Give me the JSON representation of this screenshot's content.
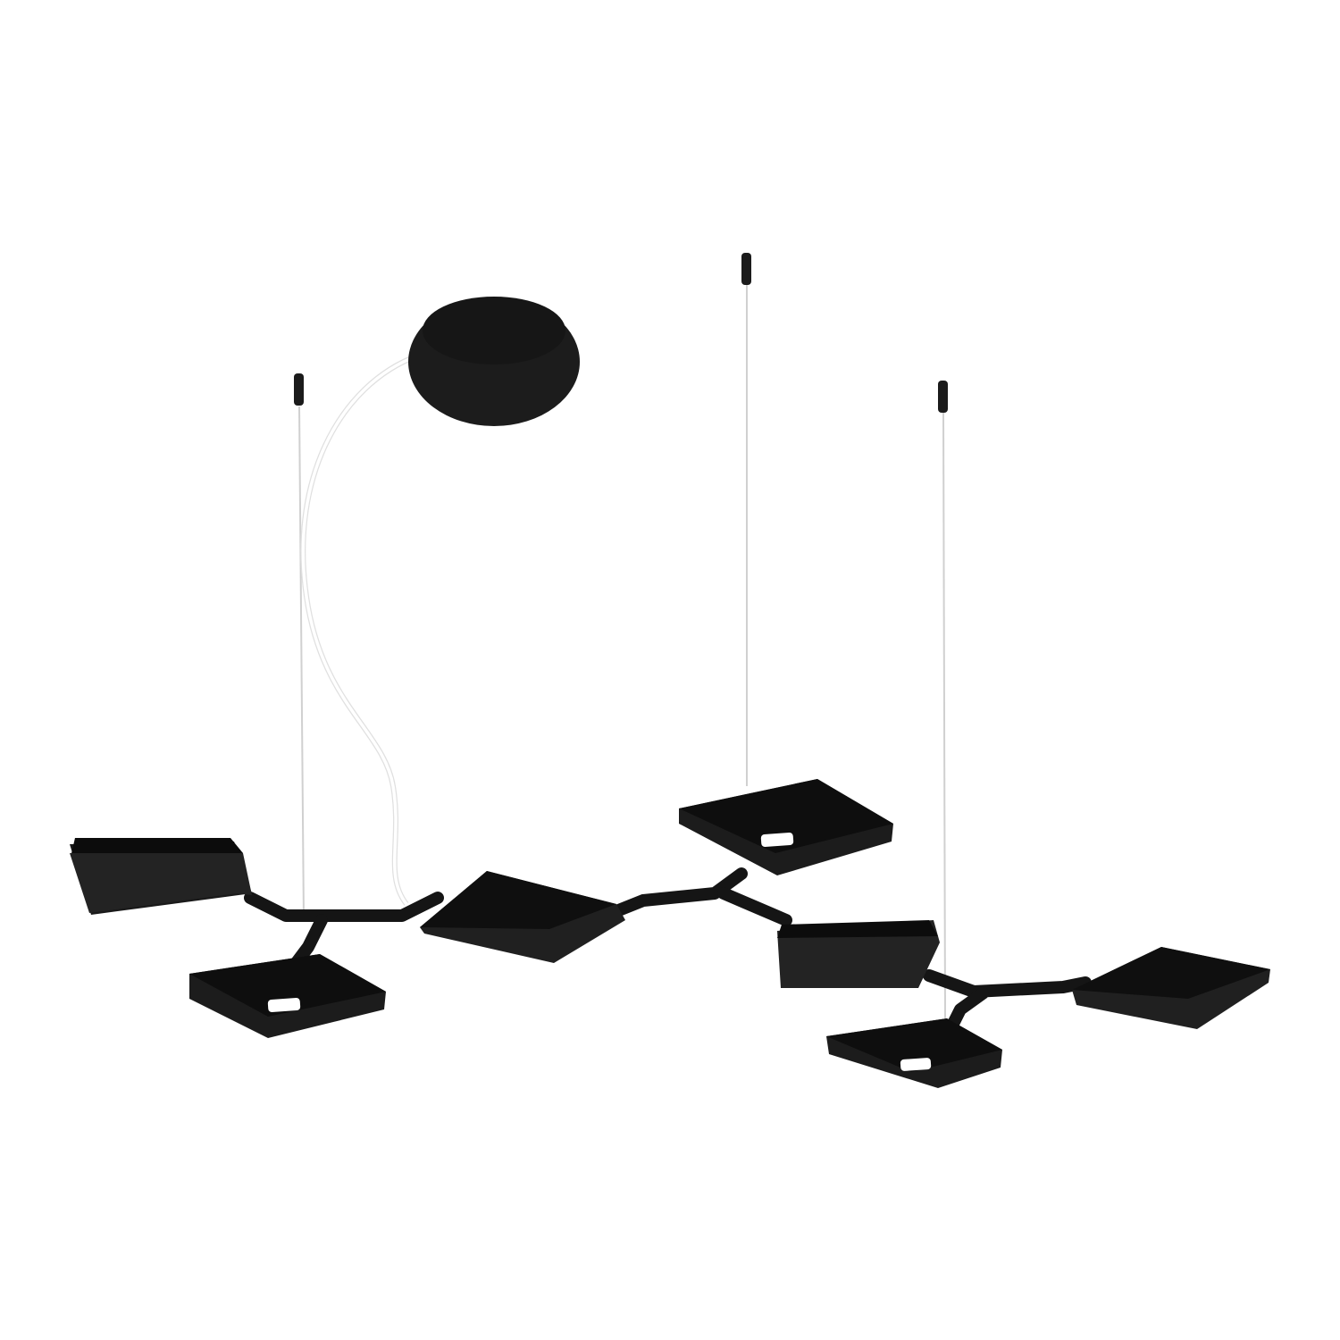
{
  "product": {
    "colors": {
      "background": "#ffffff",
      "body": "#1b1b1b",
      "edge": "#0a0a0a",
      "top_face": "#2a2a2a",
      "power_cable": "#f4f4f4",
      "suspension_wire": "#d8d8d8",
      "led_window": "#ffffff"
    },
    "icon_names": [
      "ceiling-canopy",
      "suspension-hook",
      "lamp-panel",
      "branch-arm",
      "power-cable"
    ]
  }
}
